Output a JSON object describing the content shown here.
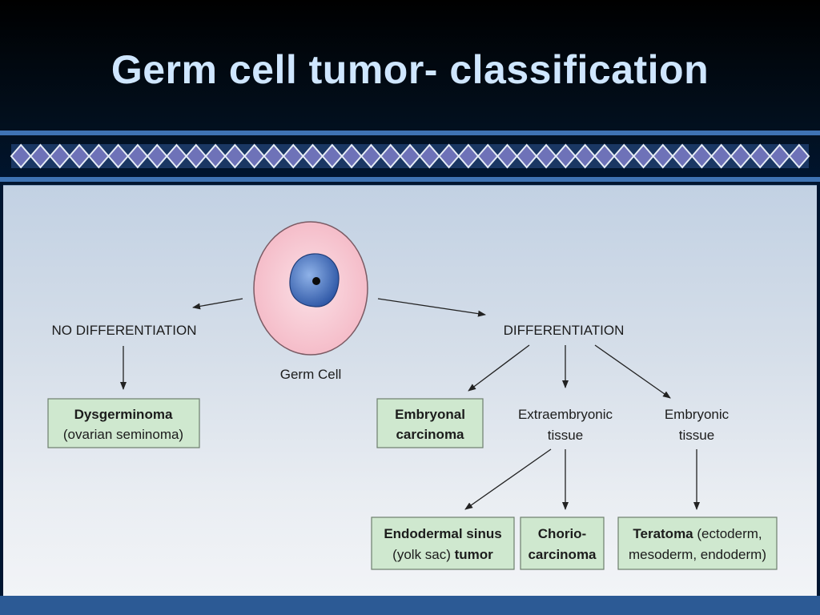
{
  "slide": {
    "title": "Germ cell tumor- classification"
  },
  "diagram": {
    "root": "Germ Cell",
    "no_differentiation": "NO DIFFERENTIATION",
    "differentiation": "DIFFERENTIATION",
    "dysgerminoma": {
      "line1": "Dysgerminoma",
      "line2": "(ovarian seminoma)"
    },
    "embryonal": {
      "line1": "Embryonal",
      "line2": "carcinoma"
    },
    "extraembryonic": {
      "line1": "Extraembryonic",
      "line2": "tissue"
    },
    "embryonic": {
      "line1": "Embryonic",
      "line2": "tissue"
    },
    "endodermal": {
      "line1": "Endodermal sinus",
      "line2a": "(yolk sac) ",
      "line2b": "tumor"
    },
    "chorio": {
      "line1": "Chorio-",
      "line2": "carcinoma"
    },
    "teratoma": {
      "line1a": "Teratoma",
      "line1b": " (ectoderm,",
      "line2": "mesoderm, endoderm)"
    }
  },
  "colors": {
    "title": "#cfe6ff",
    "box_fill": "#cfe8cf",
    "cell_fill": "#f7c9d2",
    "nucleus_fill": "#3c64b0",
    "accent_band": "#3f73b3"
  }
}
